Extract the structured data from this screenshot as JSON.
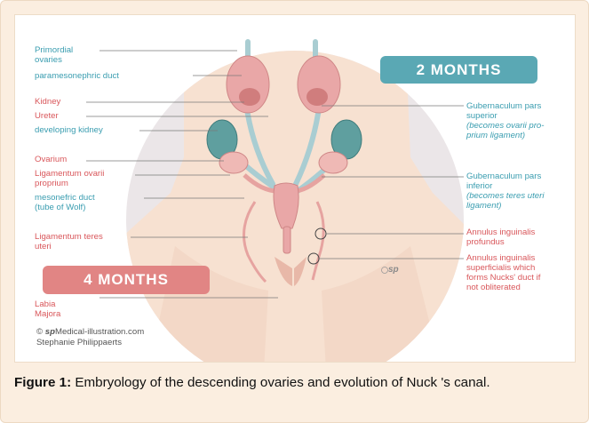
{
  "figure": {
    "badge_2": "2 MONTHS",
    "badge_4": "4 MONTHS",
    "labels_left": [
      "Primordial",
      "ovaries",
      "paramesonephric duct",
      "Kidney",
      "Ureter",
      "developing kidney",
      "Ovarium",
      "Ligamentum ovarii",
      "proprium",
      "mesonefric duct",
      "(tube of Wolf)",
      "Ligamentum teres",
      "uteri",
      "Labia",
      "Majora"
    ],
    "labels_right": [
      "Gubernaculum pars",
      "superior",
      "(becomes ovarii pro-",
      "prium ligament)",
      "Gubernaculum pars",
      "inferior",
      "(becomes teres uteri",
      "ligament)",
      "Annulus inguinalis",
      "profundus",
      "Annulus inguinalis",
      "superficialis which",
      "forms Nucks' duct if",
      "not obliterated"
    ],
    "credit_line1_brand": "sp",
    "credit_line1_rest": "Medical-illustration.com",
    "credit_copyright": "©",
    "credit_line2": "Stephanie Philippaerts",
    "watermark": "sp",
    "colors": {
      "teal": "#5aa8b4",
      "red": "#e18584",
      "blue_label": "#3a9db0",
      "red_label": "#d9575b"
    }
  },
  "caption": {
    "label": "Figure 1:",
    "text": " Embryology of the descending ovaries and evolution of Nuck 's canal."
  }
}
